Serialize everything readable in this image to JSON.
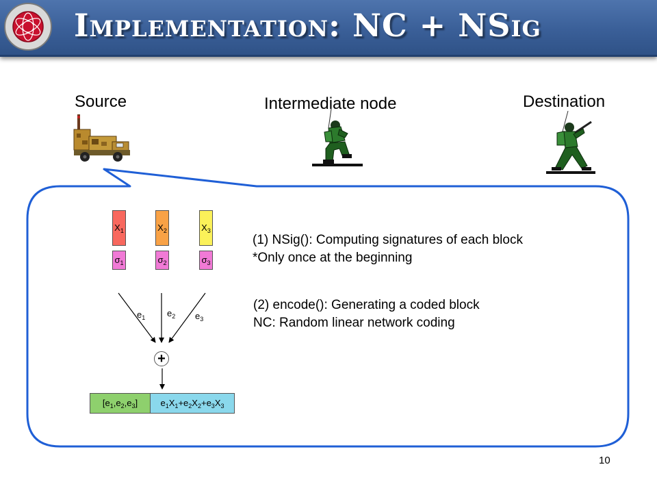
{
  "colors": {
    "header": "#3a5f98",
    "callout_border": "#1f5fd6",
    "block_x1": "#f8685e",
    "block_x2": "#f9a246",
    "block_x3": "#fbf159",
    "sigma_block": "#f17ad6",
    "coded_coeff": "#8ed06d",
    "coded_payload": "#8ad8ec"
  },
  "header": {
    "title": "Implementation: NC + NSig",
    "logo_icon": "ita-logo-icon"
  },
  "nodes": {
    "source": {
      "label": "Source",
      "icon": "military-vehicle-icon"
    },
    "intermediate": {
      "label": "Intermediate node",
      "icon": "kneeling-soldier-icon"
    },
    "destination": {
      "label": "Destination",
      "icon": "running-soldier-icon"
    }
  },
  "diagram": {
    "blocks": [
      {
        "data": "X",
        "data_sub": "1",
        "sig": "σ",
        "sig_sub": "1"
      },
      {
        "data": "X",
        "data_sub": "2",
        "sig": "σ",
        "sig_sub": "2"
      },
      {
        "data": "X",
        "data_sub": "3",
        "sig": "σ",
        "sig_sub": "3"
      }
    ],
    "coefficients": [
      {
        "name": "e",
        "sub": "1"
      },
      {
        "name": "e",
        "sub": "2"
      },
      {
        "name": "e",
        "sub": "3"
      }
    ],
    "combine_symbol": "+"
  },
  "steps": {
    "nsig": {
      "line1": "(1) NSig(): Computing signatures of each block",
      "line2": "*Only once at the beginning"
    },
    "encode": {
      "line1": "(2) encode(): Generating a coded block",
      "line2": "NC: Random linear network coding"
    }
  },
  "page_number": "10"
}
